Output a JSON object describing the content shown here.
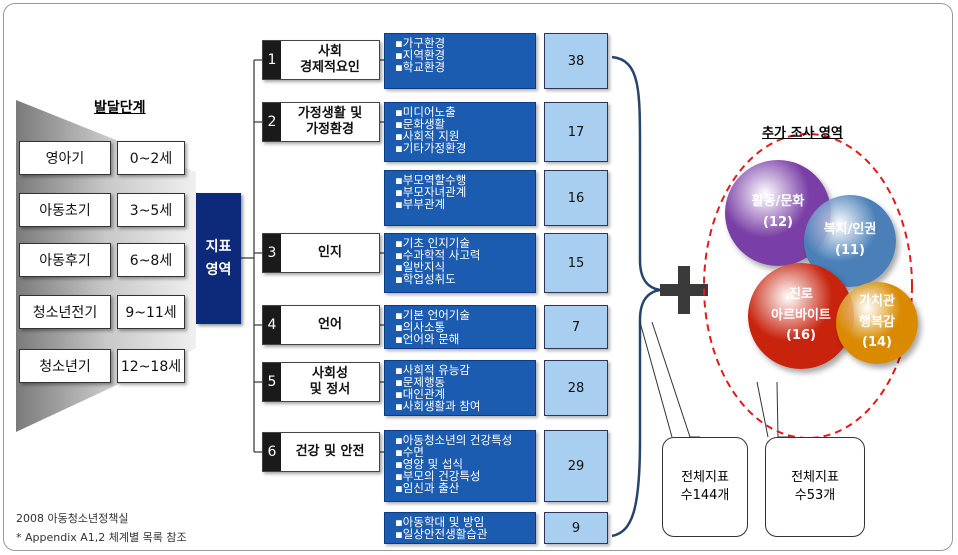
{
  "stage_header": "발달단계",
  "stages": [
    {
      "name": "영아기",
      "age": "0~2세"
    },
    {
      "name": "아동초기",
      "age": "3~5세"
    },
    {
      "name": "아동후기",
      "age": "6~8세"
    },
    {
      "name": "청소년전기",
      "age": "9~11세"
    },
    {
      "name": "청소년기",
      "age": "12~18세"
    }
  ],
  "index_box": {
    "line1": "지표",
    "line2": "영역"
  },
  "categories": [
    {
      "num": "1",
      "label": "사회\n경제적요인"
    },
    {
      "num": "2",
      "label": "가정생활 및\n가정환경"
    },
    {
      "num": "3",
      "label": "인지"
    },
    {
      "num": "4",
      "label": "언어"
    },
    {
      "num": "5",
      "label": "사회성\n및 정서"
    },
    {
      "num": "6",
      "label": "건강 및 안전"
    }
  ],
  "item_groups": [
    {
      "items": [
        "▪가구환경",
        "▪지역환경",
        "▪학교환경"
      ],
      "count": "38"
    },
    {
      "items": [
        "▪미디어노출",
        "▪문화생활",
        "▪사회적 지원",
        "▪기타가정환경"
      ],
      "count": "17"
    },
    {
      "items": [
        "▪부모역할수행",
        "▪부모자녀관계",
        "▪부부관계"
      ],
      "count": "16"
    },
    {
      "items": [
        "▪기초 인지기술",
        "▪수과학적 사고력",
        "▪일반지식",
        "▪학업성취도"
      ],
      "count": "15"
    },
    {
      "items": [
        "▪기본 언어기술",
        "▪의사소통",
        "▪언어와 문해"
      ],
      "count": "7"
    },
    {
      "items": [
        "▪사회적 유능감",
        "▪문제행동",
        "▪대인관계",
        "▪사회생활과 참여"
      ],
      "count": "28"
    },
    {
      "items": [
        "▪아동청소년의 건강특성",
        "▪수면",
        "▪영양 및 섭식",
        "▪부모의 건강특성",
        "▪임신과 출산"
      ],
      "count": "29"
    },
    {
      "items": [
        "▪아동학대 및 방임",
        "▪일상안전생활습관"
      ],
      "count": "9"
    }
  ],
  "callouts": [
    {
      "line1": "전체지표",
      "line2": "수144개"
    },
    {
      "line1": "전체지표",
      "line2": "수53개"
    }
  ],
  "extra": {
    "title": "추가 조사 영역",
    "balls": [
      {
        "name": "활동/문화",
        "count": "(12)",
        "color": "#7a3fa6"
      },
      {
        "name": "복지/인권",
        "count": "(11)",
        "color": "#4a7fb8"
      },
      {
        "name": "진로\n아르바이트",
        "count": "(16)",
        "color": "#c8230d"
      },
      {
        "name": "가치관\n행복감",
        "count": "(14)",
        "color": "#d98a00"
      }
    ]
  },
  "footnote": {
    "line1": "2008 아동청소년정책실",
    "line2": "* Appendix A1,2  체계별 목록 참조"
  },
  "colors": {
    "index_box": "#0d2a7a",
    "items": "#1b5bb0",
    "counts": "#a9cff0",
    "ellipse": "#e21a1a"
  }
}
